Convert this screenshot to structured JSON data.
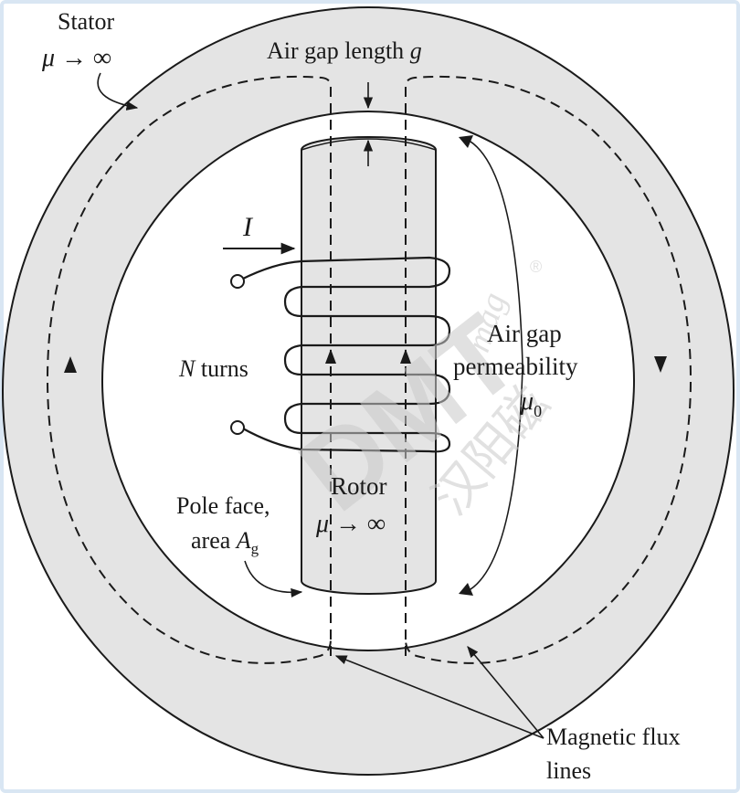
{
  "labels": {
    "stator": "Stator",
    "stator_mu": "μ → ∞",
    "air_gap_length": "Air gap length",
    "air_gap_length_symbol": "g",
    "current_symbol": "I",
    "n_symbol": "N",
    "n_turns": "turns",
    "air_gap": "Air gap",
    "permeability": "permeability",
    "mu0_mu": "μ",
    "mu0_sub": "0",
    "rotor": "Rotor",
    "rotor_mu": "μ → ∞",
    "pole_face": "Pole face,",
    "area": "area",
    "area_symbol": "A",
    "area_sub": "g",
    "flux_line1": "Magnetic flux",
    "flux_line2": "lines"
  },
  "watermark": {
    "text": "DMT",
    "text_small": "mag",
    "chinese": "汉阳磁",
    "registered": "®"
  },
  "colors": {
    "stator_fill": "#e4e4e4",
    "rotor_fill": "#e4e4e4",
    "line": "#1a1a1a",
    "background": "#ffffff",
    "frame": "#d9e6f3",
    "watermark": "#c9c9c9"
  }
}
